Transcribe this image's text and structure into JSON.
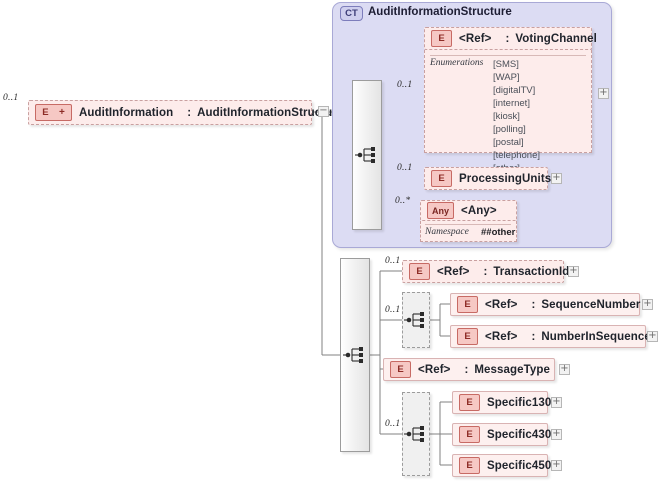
{
  "diagram": {
    "kind": "xsd-schema-diagram",
    "root": {
      "cardinality": "0..1",
      "icon": "element-expand-icon",
      "name": "AuditInformation",
      "separator": ":",
      "type": "AuditInformationStructure",
      "toggle": "−"
    },
    "complex_type": {
      "badge": "CT",
      "title": "AuditInformationStructure"
    },
    "nodes": {
      "voting_channel": {
        "cardinality": "0..1",
        "icon": "E",
        "name": "<Ref>",
        "separator": ":",
        "type": "VotingChannel",
        "toggle": "+",
        "facet_label": "Enumerations",
        "facet_values": [
          "[SMS]",
          "[WAP]",
          "[digitalTV]",
          "[internet]",
          "[kiosk]",
          "[polling]",
          "[postal]",
          "[telephone]",
          "[other]"
        ]
      },
      "processing_units": {
        "cardinality": "0..1",
        "icon": "E",
        "name": "ProcessingUnits",
        "toggle": "+"
      },
      "any": {
        "cardinality": "0..*",
        "icon": "Any",
        "name": "<Any>",
        "facet_label": "Namespace",
        "facet_value": "##other"
      },
      "transaction_id": {
        "cardinality": "0..1",
        "icon": "E",
        "name": "<Ref>",
        "separator": ":",
        "type": "TransactionId",
        "toggle": "+"
      },
      "sequence_number": {
        "icon": "E",
        "name": "<Ref>",
        "separator": ":",
        "type": "SequenceNumber",
        "toggle": "+"
      },
      "number_in_sequence": {
        "icon": "E",
        "name": "<Ref>",
        "separator": ":",
        "type": "NumberInSequence",
        "toggle": "+"
      },
      "message_type": {
        "icon": "E",
        "name": "<Ref>",
        "separator": ":",
        "type": "MessageType",
        "toggle": "+"
      },
      "specific130": {
        "icon": "E",
        "name": "Specific130",
        "toggle": "+"
      },
      "specific430": {
        "icon": "E",
        "name": "Specific430",
        "toggle": "+"
      },
      "specific450": {
        "icon": "E",
        "name": "Specific450",
        "toggle": "+"
      }
    },
    "compositors": {
      "ct_sequence": {
        "type": "sequence-icon"
      },
      "main_sequence": {
        "type": "sequence-icon"
      },
      "seqnum_group": {
        "type": "sequence-icon",
        "cardinality": "0..1"
      },
      "specific_group": {
        "type": "sequence-icon",
        "cardinality": "0..1"
      }
    },
    "colors": {
      "element_fill": "#fdf0ef",
      "element_border": "#d9b3b3",
      "badge_fill": "#f6c8c4",
      "badge_border": "#c76a64",
      "complextype_fill": "#dcdcf3",
      "complextype_border": "#a9a9d6",
      "compositor_border": "#9c9c9c",
      "background": "#ffffff"
    }
  }
}
